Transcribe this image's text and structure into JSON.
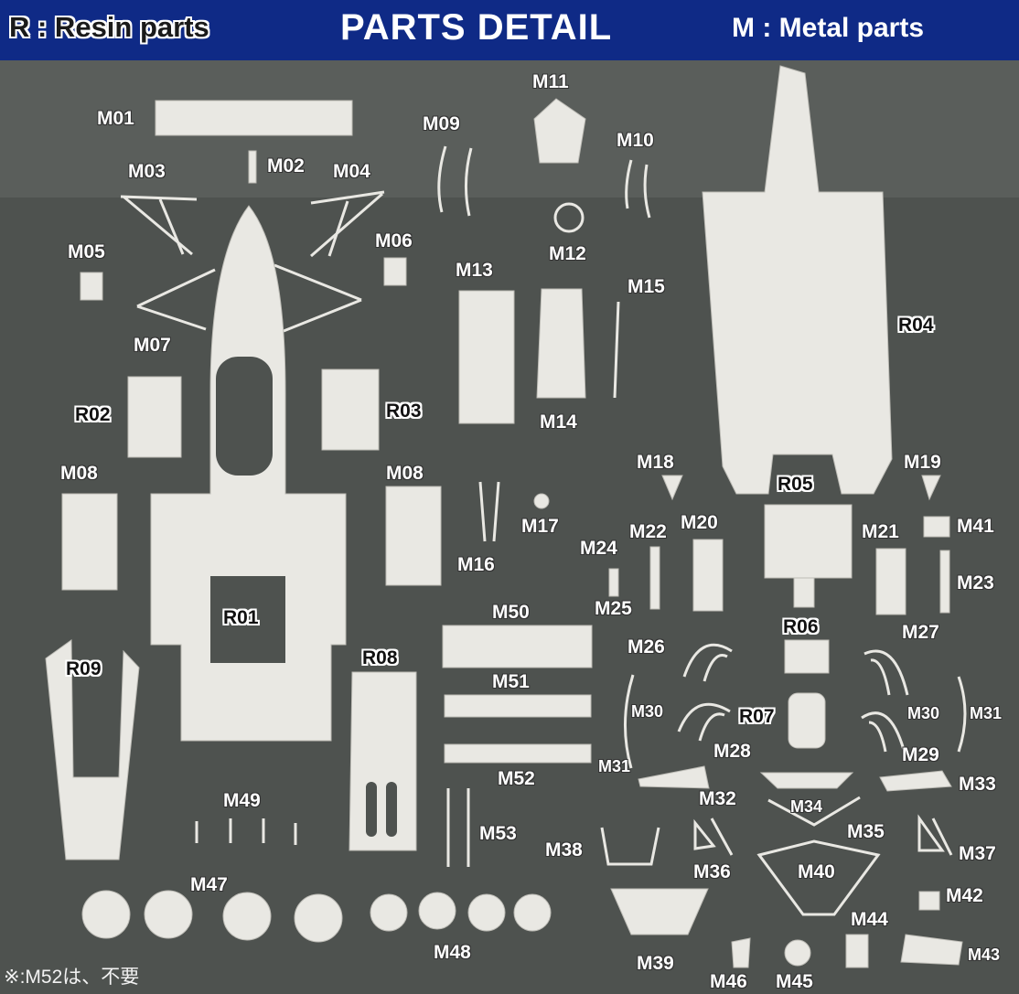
{
  "header": {
    "resin": "R : Resin parts",
    "title": "PARTS DETAIL",
    "metal": "M : Metal parts"
  },
  "labels": {
    "M01": "M01",
    "M02": "M02",
    "M03": "M03",
    "M04": "M04",
    "M05": "M05",
    "M06": "M06",
    "M07": "M07",
    "M08a": "M08",
    "M08b": "M08",
    "M09": "M09",
    "M10": "M10",
    "M11": "M11",
    "M12": "M12",
    "M13": "M13",
    "M14": "M14",
    "M15": "M15",
    "M16": "M16",
    "M17": "M17",
    "M18": "M18",
    "M19": "M19",
    "M20": "M20",
    "M21": "M21",
    "M22": "M22",
    "M23": "M23",
    "M24": "M24",
    "M25": "M25",
    "M26": "M26",
    "M27": "M27",
    "M28": "M28",
    "M29": "M29",
    "M30a": "M30",
    "M30b": "M30",
    "M31a": "M31",
    "M31b": "M31",
    "M32": "M32",
    "M33": "M33",
    "M34": "M34",
    "M35": "M35",
    "M36": "M36",
    "M37": "M37",
    "M38": "M38",
    "M39": "M39",
    "M40": "M40",
    "M41": "M41",
    "M42": "M42",
    "M43": "M43",
    "M44": "M44",
    "M45": "M45",
    "M46": "M46",
    "M47": "M47",
    "M48": "M48",
    "M49": "M49",
    "M50": "M50",
    "M51": "M51",
    "M52": "M52",
    "M53": "M53",
    "R01": "R01",
    "R02": "R02",
    "R03": "R03",
    "R04": "R04",
    "R05": "R05",
    "R06": "R06",
    "R07": "R07",
    "R08": "R08",
    "R09": "R09"
  },
  "note": "※:M52は、不要"
}
